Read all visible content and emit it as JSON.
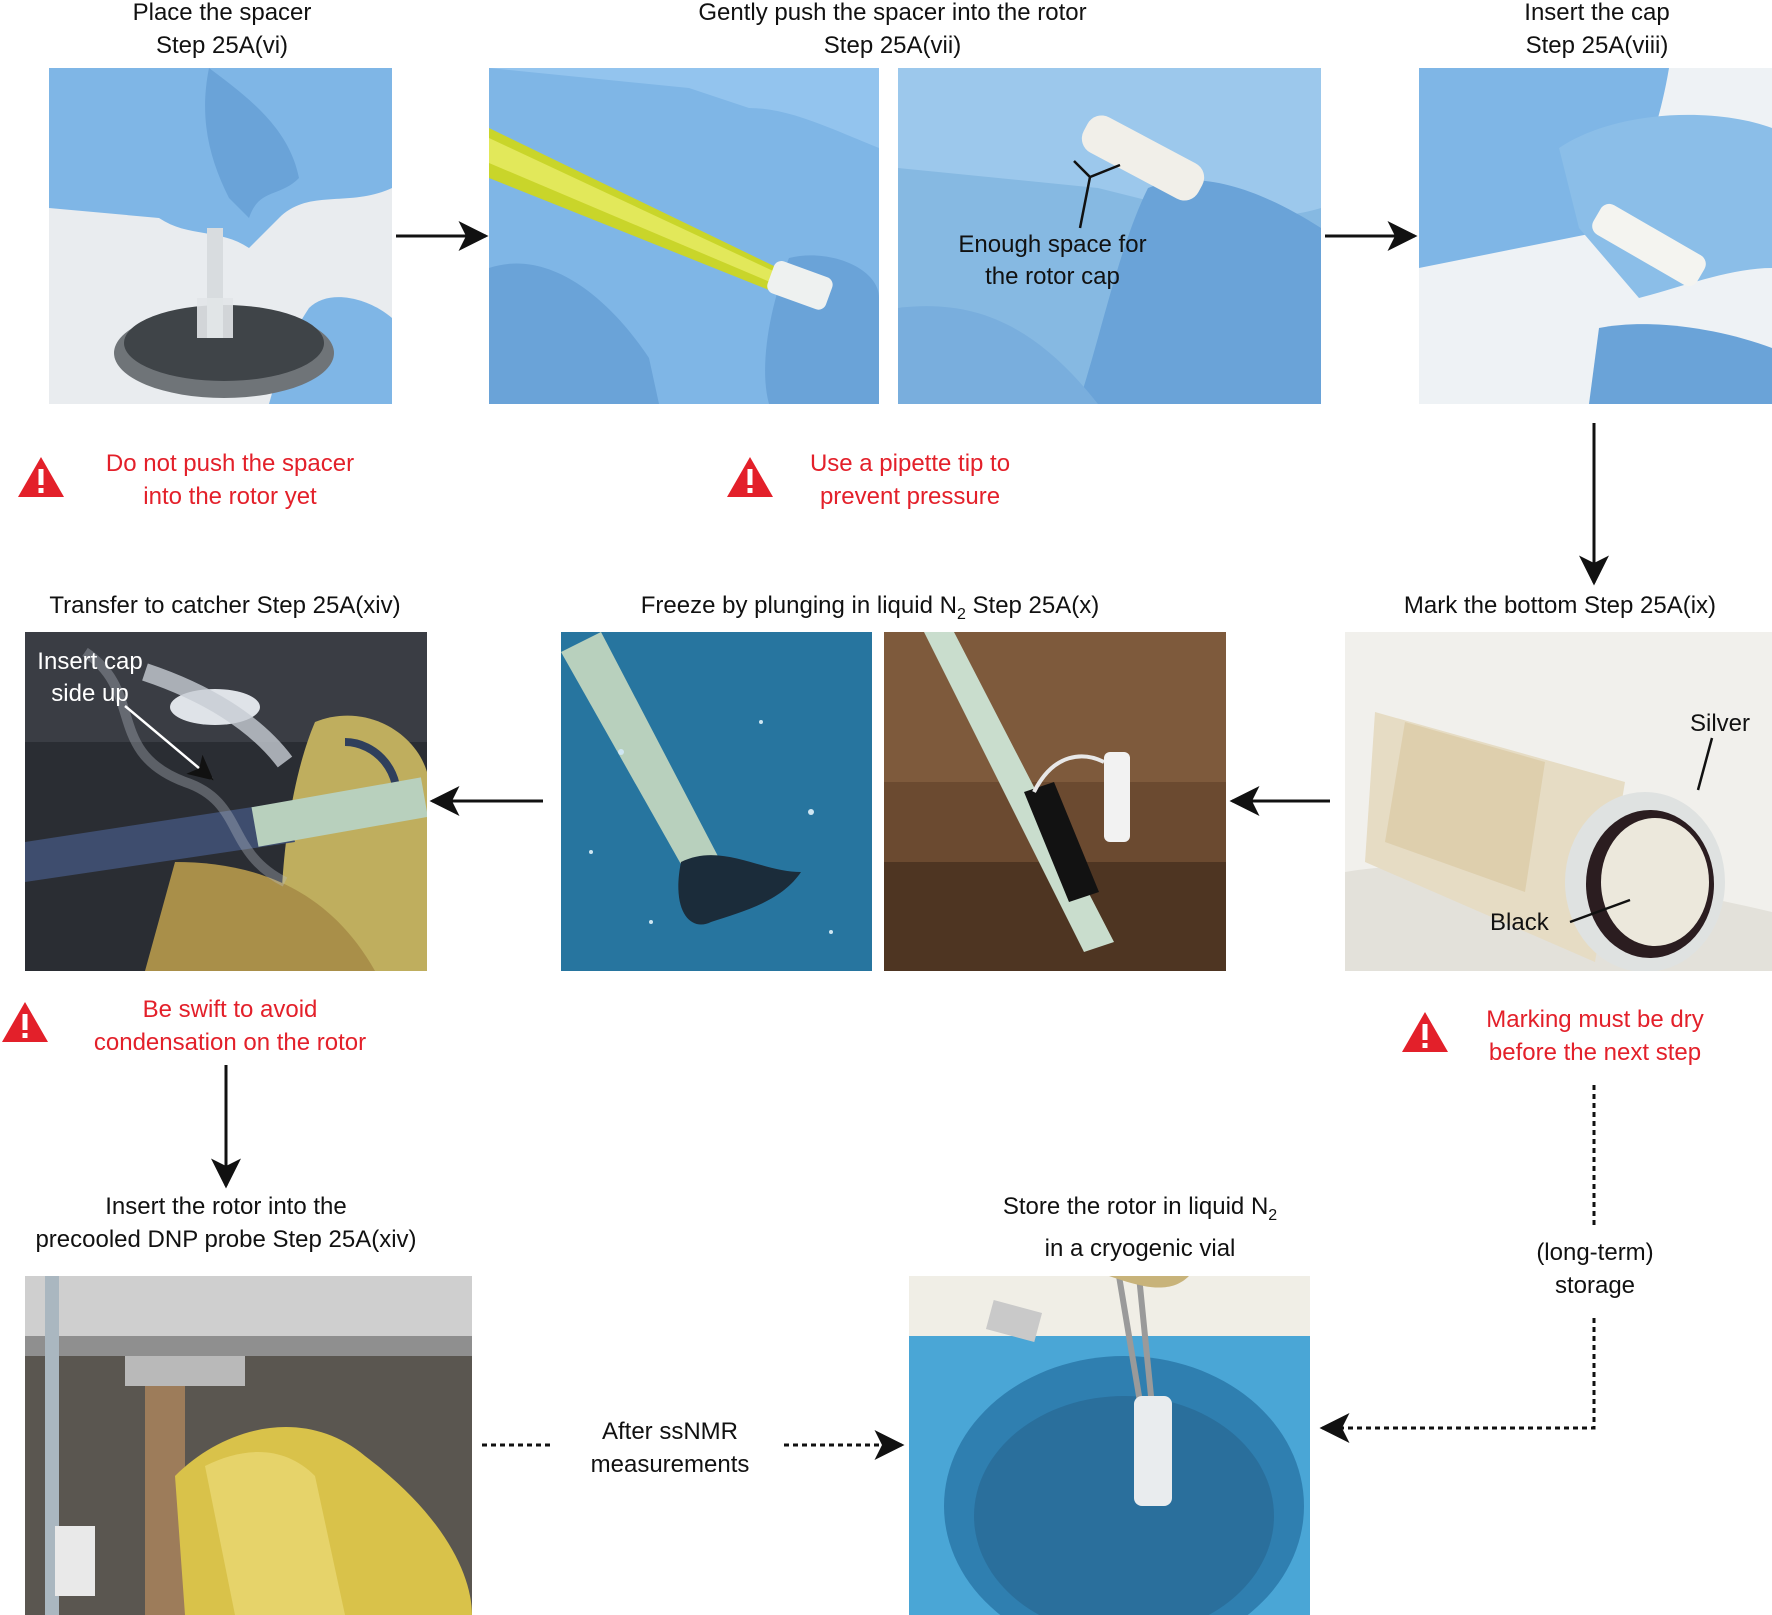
{
  "steps": {
    "place_spacer": [
      "Place the spacer",
      "Step 25A(vi)"
    ],
    "push_spacer": [
      "Gently push the spacer into the rotor",
      "Step 25A(vii)"
    ],
    "insert_cap": [
      "Insert the cap",
      "Step 25A(viii)"
    ],
    "mark_bottom": "Mark the bottom Step 25A(ix)",
    "freeze": {
      "prefix": "Freeze by plunging in liquid N",
      "sub": "2",
      "suffix": " Step 25A(x)"
    },
    "transfer": "Transfer to catcher Step 25A(xiv)",
    "insert_rotor": [
      "Insert the rotor into the",
      "precooled DNP probe Step 25A(xiv)"
    ],
    "store": {
      "line1_prefix": "Store the rotor in liquid N",
      "line1_sub": "2",
      "line2": "in a cryogenic vial"
    }
  },
  "annotations": {
    "enough_space": [
      "Enough space for",
      "the rotor cap"
    ],
    "insert_cap_side_up": [
      "Insert cap",
      "side up"
    ],
    "silver": "Silver",
    "black": "Black",
    "after_ssnmr": [
      "After ssNMR",
      "measurements"
    ],
    "long_term_storage": [
      "(long-term)",
      "storage"
    ]
  },
  "warnings": {
    "no_push": [
      "Do not push the spacer",
      "into the rotor yet"
    ],
    "pipette": [
      "Use a pipette tip to",
      "prevent pressure"
    ],
    "swift": [
      "Be swift to avoid",
      "condensation on the rotor"
    ],
    "dry": [
      "Marking must be dry",
      "before the next step"
    ]
  },
  "colors": {
    "warning": "#e3202a",
    "glove_blue": "#7fb6e6",
    "nitrogen_blue": "#2d7ea8",
    "foam_blue": "#4aa6d6",
    "yellow_glove": "#d9c24a",
    "arrow": "#111111"
  }
}
